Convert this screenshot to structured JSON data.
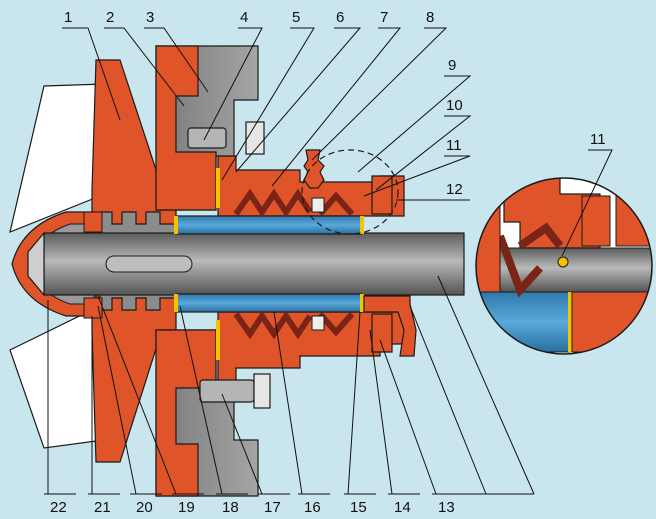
{
  "labels": {
    "l1": "1",
    "l2": "2",
    "l3": "3",
    "l4": "4",
    "l5": "5",
    "l6": "6",
    "l7": "7",
    "l8": "8",
    "l9": "9",
    "l10": "10",
    "l11": "11",
    "l12": "12",
    "l13": "13",
    "l14": "14",
    "l15": "15",
    "l16": "16",
    "l17": "17",
    "l18": "18",
    "l19": "19",
    "l20": "20",
    "l21": "21",
    "l22": "22",
    "inset11": "11"
  },
  "colors": {
    "background": "#c9e5ee",
    "housing": "#e0542a",
    "shaft": "#8a8a8a",
    "bearing": "#3b8fc4",
    "flange": "#8c8c8c",
    "seal": "#7a2418",
    "outline": "#1a1a1a",
    "gasket": "#f2c400"
  }
}
